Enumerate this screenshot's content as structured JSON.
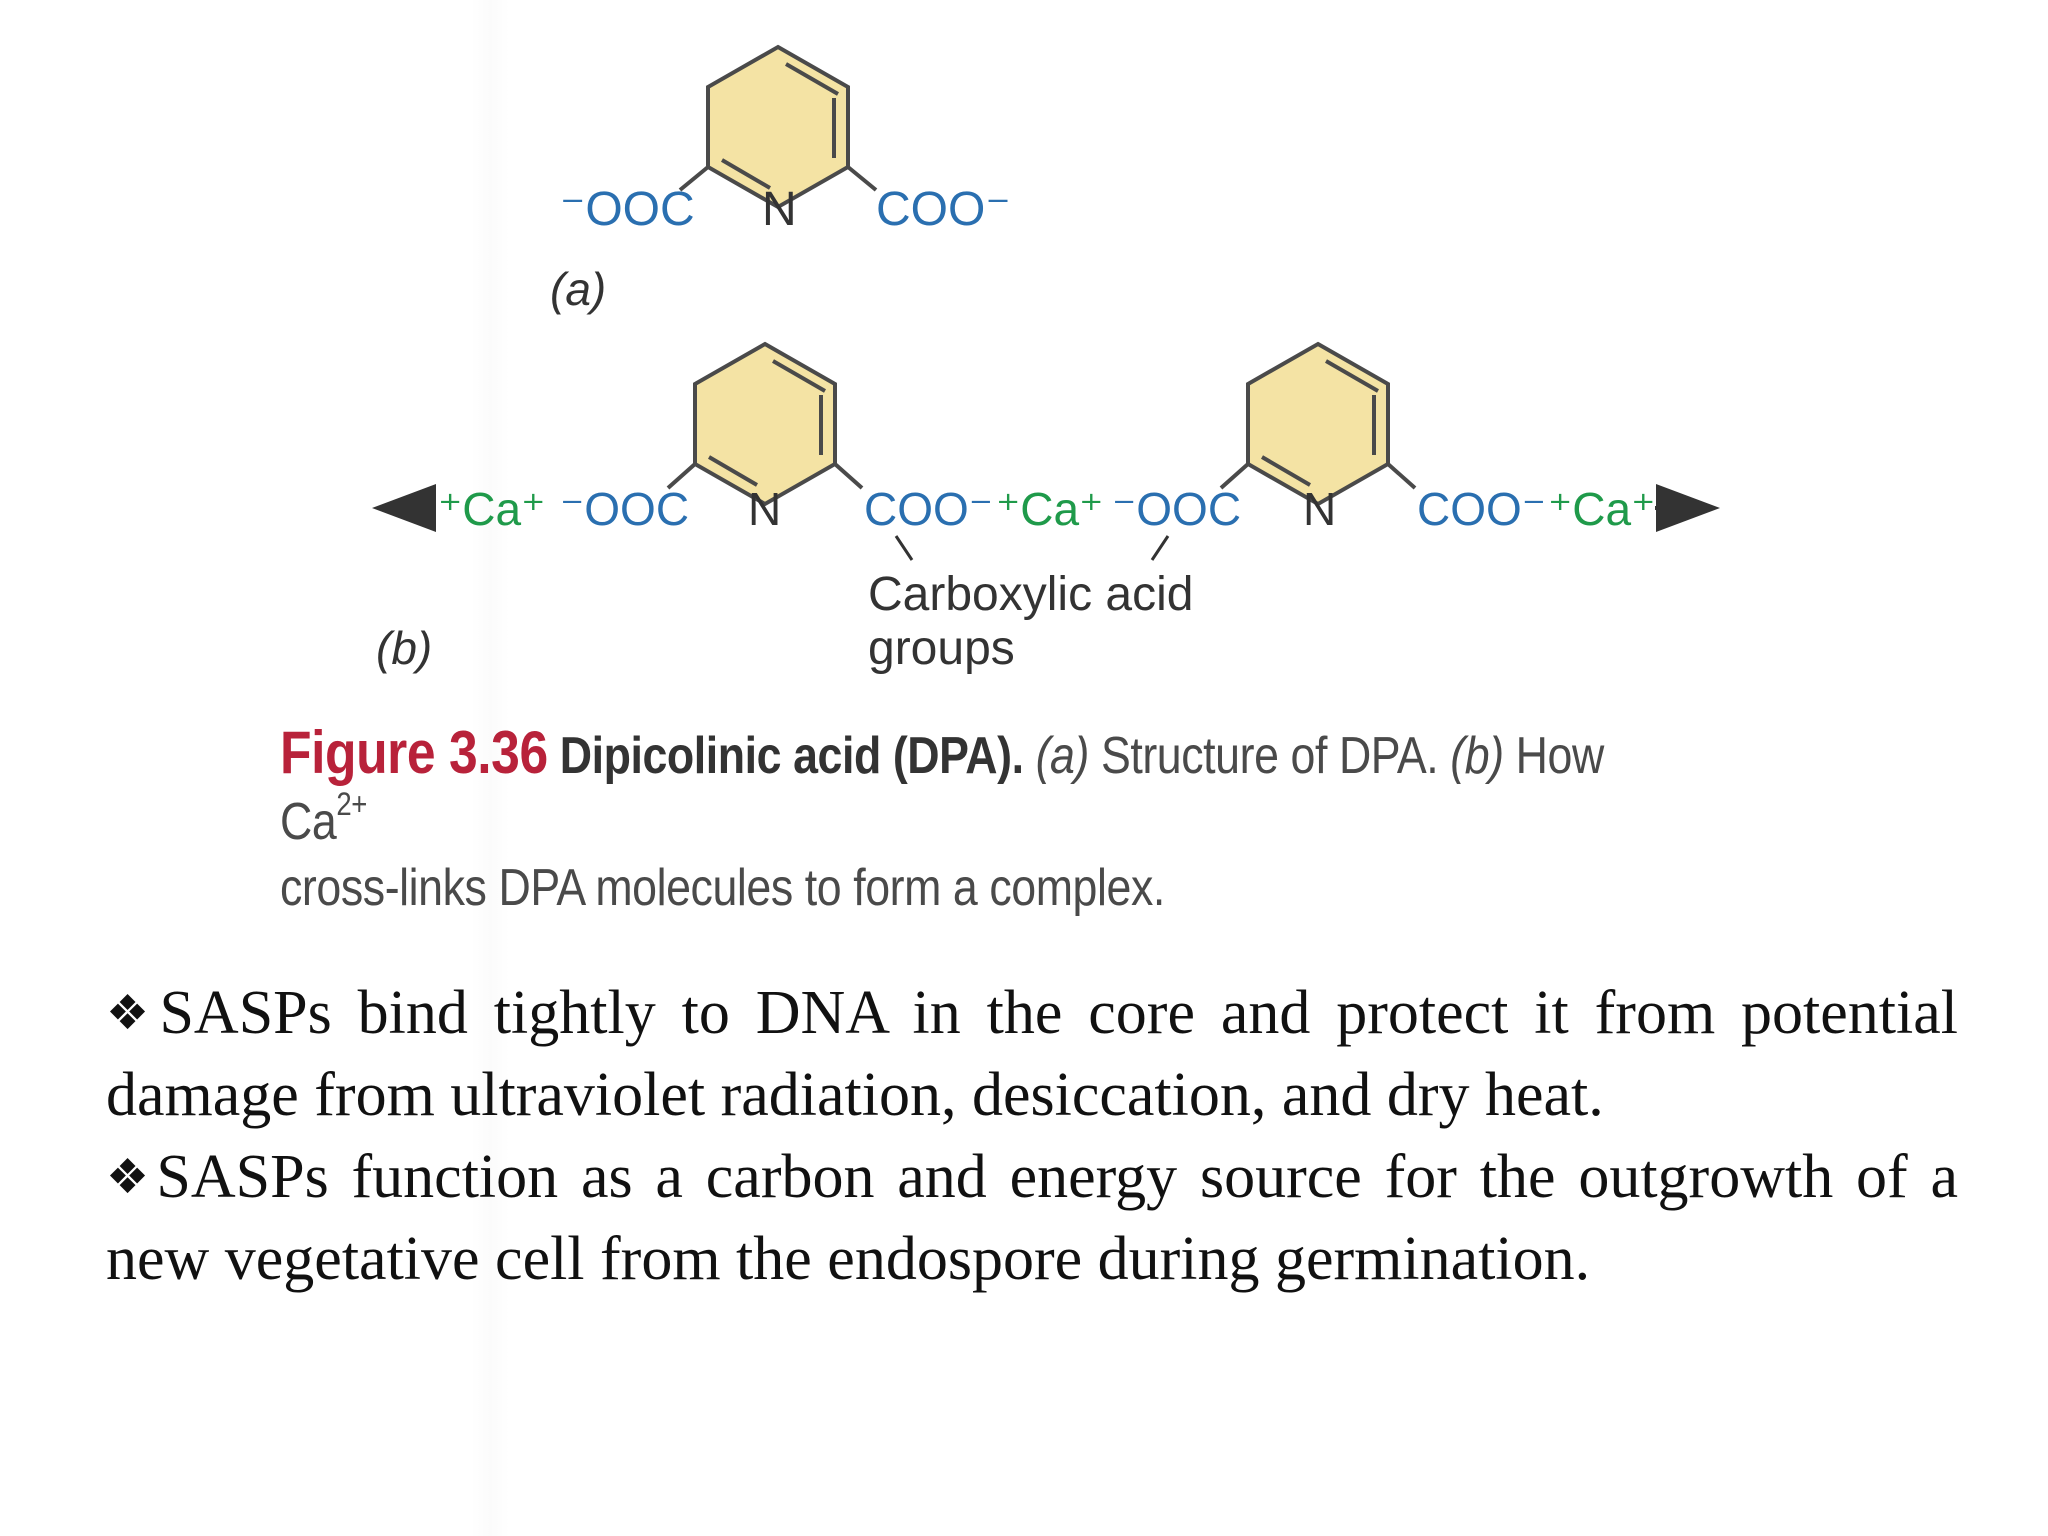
{
  "figure": {
    "panel_a": {
      "left_group": "⁻OOC",
      "nitrogen": "N",
      "right_group": "COO⁻",
      "panel_label": "(a)"
    },
    "panel_b": {
      "ca_left": "⁺Ca⁺",
      "ooc_1": "⁻OOC",
      "n_1": "N",
      "coo_1": "COO⁻",
      "ca_mid": "⁺Ca⁺",
      "ooc_2": "⁻OOC",
      "n_2": "N",
      "coo_2": "COO⁻",
      "ca_right": "⁺Ca⁺",
      "annotation_line1": "Carboxylic acid",
      "annotation_line2": "groups",
      "panel_label": "(b)"
    },
    "colors": {
      "ring_fill": "#f4e3a4",
      "ring_stroke": "#4a4a4a",
      "carboxylate": "#2a6fb0",
      "calcium": "#1f9a4a",
      "nitrogen": "#333333",
      "caption_label": "#b8223a"
    }
  },
  "caption": {
    "label": "Figure 3.36",
    "title": "Dipicolinic acid (DPA).",
    "part_a_marker": "(a)",
    "part_a_text": "Structure of DPA.",
    "part_b_marker": "(b)",
    "part_b_text_1": "How Ca",
    "superscript": "2+",
    "part_b_text_2": "cross-links DPA molecules to form a complex."
  },
  "bullets": [
    {
      "icon": "❖",
      "text": "SASPs bind tightly to DNA in the core and protect it from potential damage from ultraviolet radiation, desiccation, and dry heat."
    },
    {
      "icon": "❖",
      "text": "SASPs function as a carbon and energy source for the outgrowth of a new vegetative cell from the endospore during germination."
    }
  ]
}
